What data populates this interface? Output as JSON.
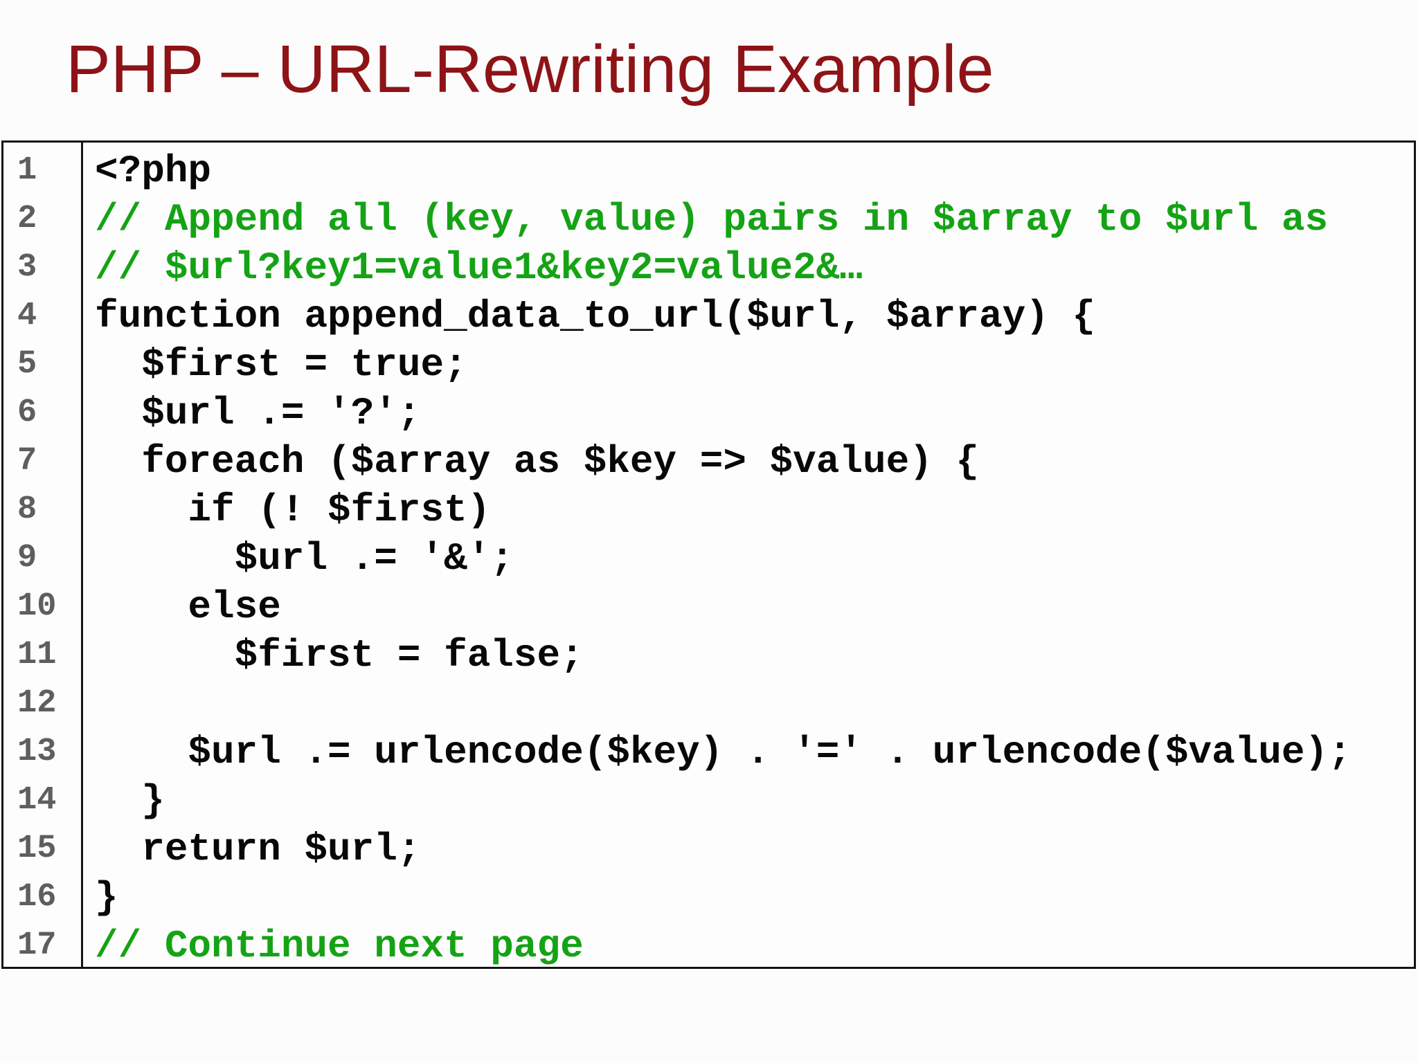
{
  "slide": {
    "title": "PHP – URL-Rewriting Example"
  },
  "colors": {
    "title_color": "#8e1317",
    "comment_color": "#15a315",
    "code_color": "#080808",
    "line_number_color": "#5e5e5e",
    "border_color": "#141414",
    "background_color": "#fcfcfc"
  },
  "code_block": {
    "lines": [
      {
        "number": "1",
        "type": "code",
        "text": "<?php"
      },
      {
        "number": "2",
        "type": "comment",
        "text": "// Append all (key, value) pairs in $array to $url as"
      },
      {
        "number": "3",
        "type": "comment",
        "text": "// $url?key1=value1&key2=value2&…"
      },
      {
        "number": "4",
        "type": "code",
        "text": "function append_data_to_url($url, $array) {"
      },
      {
        "number": "5",
        "type": "code",
        "text": "  $first = true;"
      },
      {
        "number": "6",
        "type": "code",
        "text": "  $url .= '?';"
      },
      {
        "number": "7",
        "type": "code",
        "text": "  foreach ($array as $key => $value) {"
      },
      {
        "number": "8",
        "type": "code",
        "text": "    if (! $first)"
      },
      {
        "number": "9",
        "type": "code",
        "text": "      $url .= '&';"
      },
      {
        "number": "10",
        "type": "code",
        "text": "    else"
      },
      {
        "number": "11",
        "type": "code",
        "text": "      $first = false;"
      },
      {
        "number": "12",
        "type": "code",
        "text": ""
      },
      {
        "number": "13",
        "type": "code",
        "text": "    $url .= urlencode($key) . '=' . urlencode($value);"
      },
      {
        "number": "14",
        "type": "code",
        "text": "  }"
      },
      {
        "number": "15",
        "type": "code",
        "text": "  return $url;"
      },
      {
        "number": "16",
        "type": "code",
        "text": "}"
      },
      {
        "number": "17",
        "type": "comment",
        "text": "// Continue next page"
      }
    ]
  }
}
